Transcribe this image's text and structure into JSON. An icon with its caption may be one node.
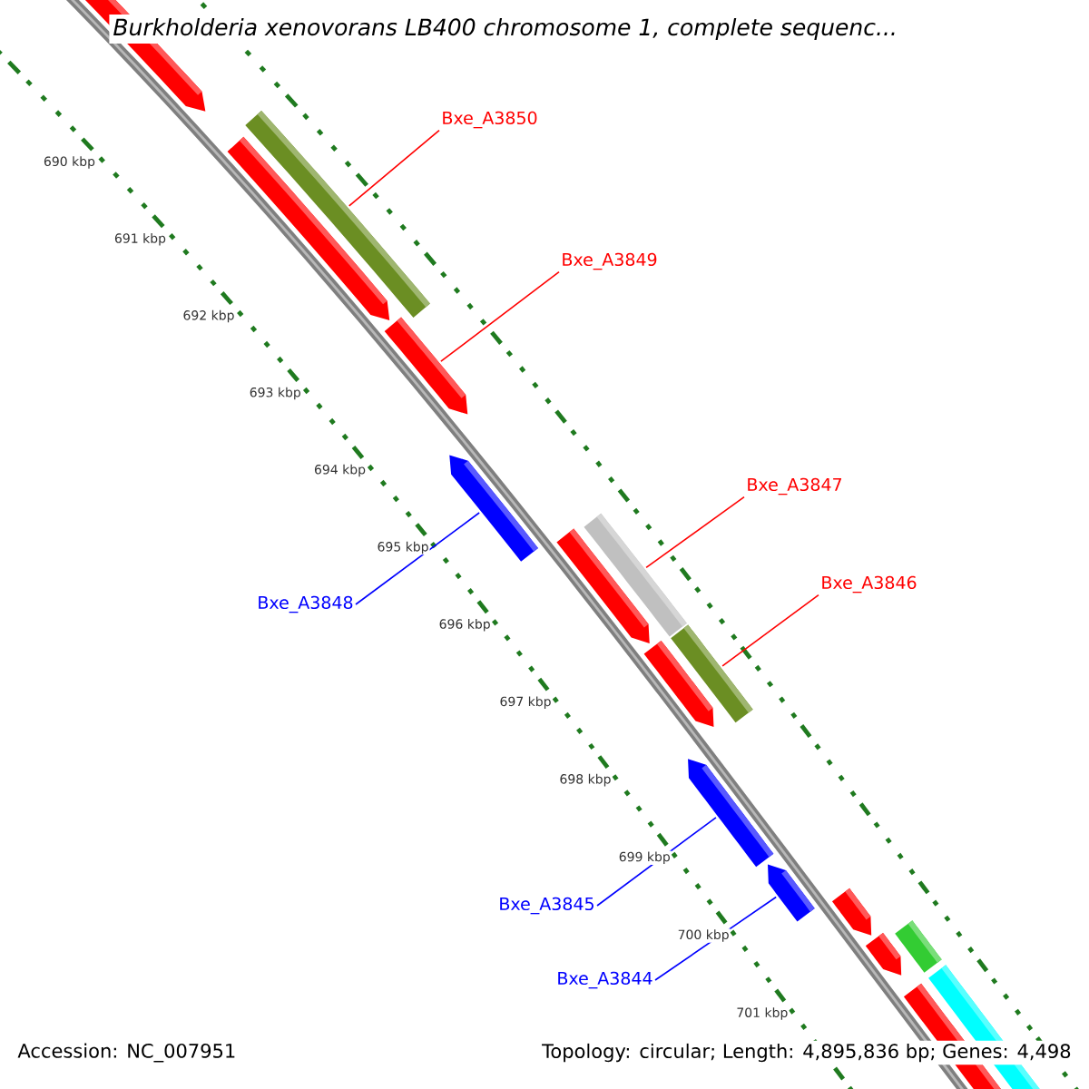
{
  "diagram": {
    "title": "Burkholderia xenovorans LB400 chromosome 1, complete sequenc...",
    "nodes": [
      {
        "text": [
          "Bxe_A3850"
        ]
      },
      {
        "text": [],
        "shape": "bar"
      },
      {
        "text": [
          "Bxe_A3849"
        ]
      },
      {
        "text": [],
        "shape": "bar"
      },
      {
        "text": [
          "Bxe_A3847"
        ]
      },
      {
        "text": [],
        "shape": "bar"
      },
      {
        "text": [
          "Bxe_A3846"
        ]
      },
      {
        "text": [],
        "shape": "bar"
      },
      {
        "text": [
          "Bxe_A3848"
        ]
      },
      {
        "text": [],
        "shape": "bar"
      },
      {
        "text": [
          "Bxe_A3845"
        ]
      },
      {
        "text": [],
        "shape": "bar"
      },
      {
        "text": [
          "Bxe_A3844"
        ]
      },
      {
        "text": [],
        "shape": "bar"
      }
    ],
    "edges": [
      {
        "from": 0,
        "to": 1,
        "arrow": "none"
      },
      {
        "from": 2,
        "to": 3,
        "arrow": "none"
      },
      {
        "from": 4,
        "to": 5,
        "arrow": "none"
      },
      {
        "from": 6,
        "to": 7,
        "arrow": "none"
      },
      {
        "from": 8,
        "to": 9,
        "arrow": "none",
        "color": "#0000ff"
      },
      {
        "from": 10,
        "to": 11,
        "arrow": "none",
        "color": "#0000ff"
      },
      {
        "from": 12,
        "to": 13,
        "arrow": "none",
        "color": "#0000ff"
      }
    ],
    "labels": [
      "690 kbp",
      "691 kbp",
      "692 kbp",
      "693 kbp",
      "694 kbp",
      "695 kbp",
      "696 kbp",
      "697 kbp",
      "698 kbp",
      "699 kbp",
      "700 kbp",
      "701 kbp",
      "Accession: NC_007951",
      "Topology: circular; Length: 4,895,836 bp; Genes: 4,498"
    ]
  }
}
